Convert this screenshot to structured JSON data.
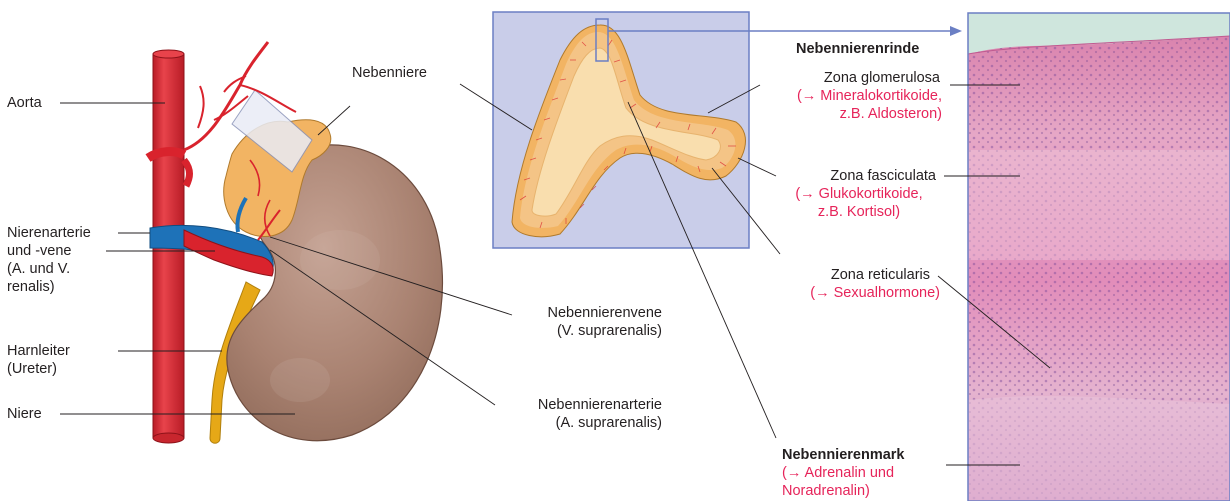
{
  "left_labels": {
    "aorta": "Aorta",
    "renal_vessels": "Nierenarterie\nund -vene\n(A. und V.\nrenalis)",
    "ureter": "Harnleiter\n(Ureter)",
    "kidney": "Niere"
  },
  "adrenal_gland": "Nebenniere",
  "suprarenal_vein": "Nebennierenvene\n(V. suprarenalis)",
  "suprarenal_artery": "Nebennierenarterie\n(A. suprarenalis)",
  "cortex": {
    "title": "Nebennierenrinde",
    "glomerulosa": {
      "name": "Zona glomerulosa",
      "hormone": "(→ Mineralokortikoide,\nz.B. Aldosteron)"
    },
    "fasciculata": {
      "name": "Zona fasciculata",
      "hormone": "(→ Glukokortikoide,\nz.B. Kortisol)"
    },
    "reticularis": {
      "name": "Zona reticularis",
      "hormone": "(→ Sexualhormone)"
    }
  },
  "medulla": {
    "title": "Nebennierenmark",
    "hormone": "(→ Adrenalin und\nNoradrenalin)"
  },
  "colors": {
    "artery": "#d9232d",
    "vein": "#1e72b8",
    "ureter": "#e6a817",
    "kidney": "#a07863",
    "adrenal": "#f2b463",
    "inset_bg": "#c9cde9",
    "frame": "#6b7fc4",
    "hormone_text": "#e6245a"
  }
}
